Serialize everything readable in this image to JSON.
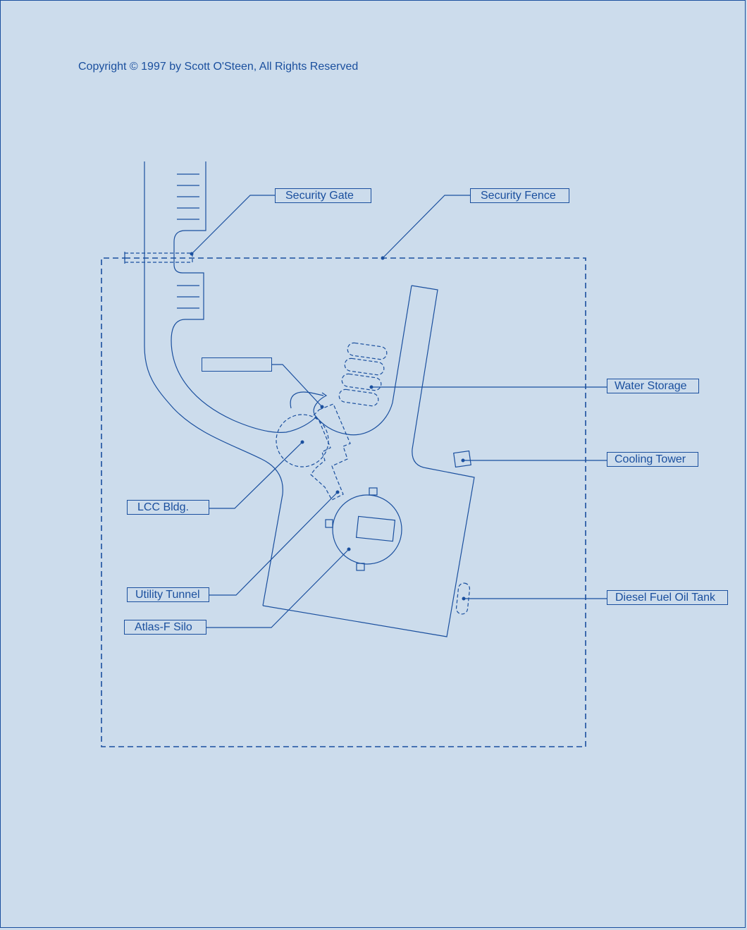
{
  "copyright": "Copyright © 1997 by Scott O'Steen, All Rights Reserved",
  "labels": {
    "security_gate": "Security Gate",
    "security_fence": "Security Fence",
    "water_storage": "Water Storage",
    "cooling_tower": "Cooling Tower",
    "lcc_bldg": "LCC Bldg.",
    "utility_tunnel": "Utility Tunnel",
    "atlas_silo": "Atlas-F Silo",
    "diesel_tank": "Diesel Fuel Oil Tank",
    "unlabeled": ""
  },
  "colors": {
    "background": "#ccdcec",
    "ink": "#1a4f9e"
  }
}
